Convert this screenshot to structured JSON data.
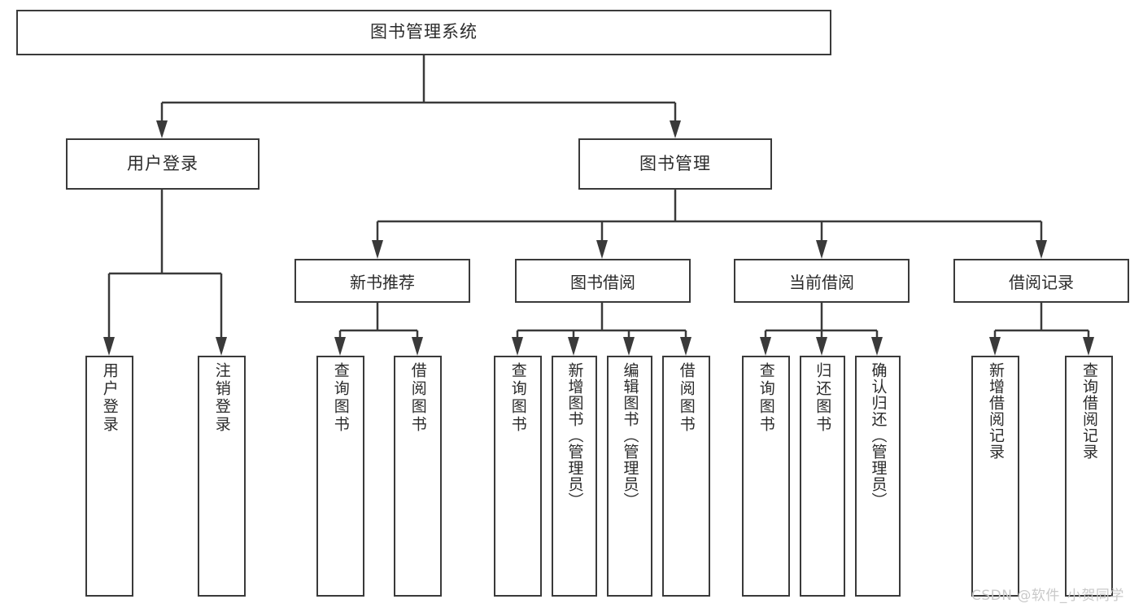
{
  "diagram": {
    "title": "图书管理系统",
    "type": "tree-hierarchy",
    "watermark": "CSDN @软件_小贺同学",
    "colors": {
      "stroke": "#3a3a3a",
      "fill": "#ffffff",
      "text": "#2b2b2b",
      "watermark": "#c9c9c9"
    },
    "root": {
      "label": "图书管理系统"
    },
    "level2": [
      {
        "label": "用户登录"
      },
      {
        "label": "图书管理"
      }
    ],
    "level3": [
      {
        "label": "新书推荐"
      },
      {
        "label": "图书借阅"
      },
      {
        "label": "当前借阅"
      },
      {
        "label": "借阅记录"
      }
    ],
    "leaves": {
      "user_login": [
        {
          "label": "用户登录"
        },
        {
          "label": "注销登录"
        }
      ],
      "new_book": [
        {
          "label": "查询图书"
        },
        {
          "label": "借阅图书"
        }
      ],
      "book_borrow": [
        {
          "label": "查询图书"
        },
        {
          "label": "新增图书（管理员）"
        },
        {
          "label": "编辑图书（管理员）"
        },
        {
          "label": "借阅图书"
        }
      ],
      "current_borrow": [
        {
          "label": "查询图书"
        },
        {
          "label": "归还图书"
        },
        {
          "label": "确认归还（管理员）"
        }
      ],
      "borrow_record": [
        {
          "label": "新增借阅记录"
        },
        {
          "label": "查询借阅记录"
        }
      ]
    }
  }
}
